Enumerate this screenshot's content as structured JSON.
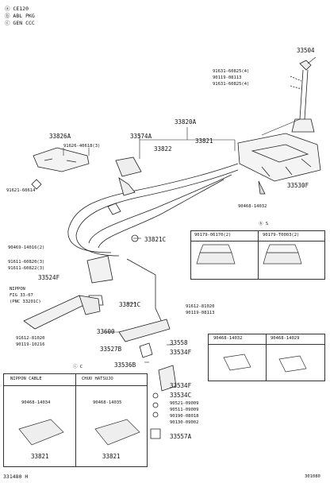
{
  "legend": {
    "l1": "ⓐ CE120",
    "l2": "ⓑ ABL PKG",
    "l3": "ⓒ GEN CCC"
  },
  "labels": {
    "p33504": "33504",
    "p33820A": "33820A",
    "p33574A": "33574A",
    "p33822": "33822",
    "p33821_top": "33821",
    "p33530F": "33530F",
    "p33826A": "33826A",
    "p91626": "91626-40618(3)",
    "p91621": "91621-60614",
    "p90468_14032": "90468-14032",
    "p91631_a": "91631-60825(4)",
    "p90119": "90119-08113",
    "p91631_b": "91631-60825(4)",
    "p90469_14016": "90469-14016(2)",
    "p91611": "91611-60820(3)",
    "p91611b": "91611-60822(3)",
    "p33524F": "33524F",
    "p33821C_a": "33821C",
    "p33821C_b": "33821C",
    "p91612": "91612-81020",
    "p90119b": "90119-08113",
    "p91612b": "91612-81020",
    "p90119c": "90119-10216",
    "p33600": "33600",
    "p33527B": "33527B",
    "p33558": "33558",
    "p33534F_a": "33534F",
    "p33536B": "33536B",
    "p33534F_b": "33534F",
    "p33534C": "33534C",
    "p90521": "90521-09009",
    "p90511": "90511-09009",
    "p90190": "90190-08018",
    "p90130": "90130-09002",
    "p33557A": "33557A",
    "p_note1": "NIPPON",
    "p_note2": "FIG 33-07",
    "p_note3": "(PNC 33201C)"
  },
  "box_top": {
    "title": "ⓑ S",
    "col1": "90179-06170(2)",
    "col2": "90179-T0003(2)"
  },
  "box_mid": {
    "col1": "90468-14032",
    "col2": "90468-14029"
  },
  "box_bottom": {
    "title": "ⓒ C",
    "col1": "NIPPON CABLE",
    "col2": "CHUO HATSUJO",
    "part1": "90468-14034",
    "part2": "90468-14035",
    "label1": "33821",
    "label2": "33821"
  },
  "footer": {
    "left": "331480 H",
    "right": "301080"
  }
}
